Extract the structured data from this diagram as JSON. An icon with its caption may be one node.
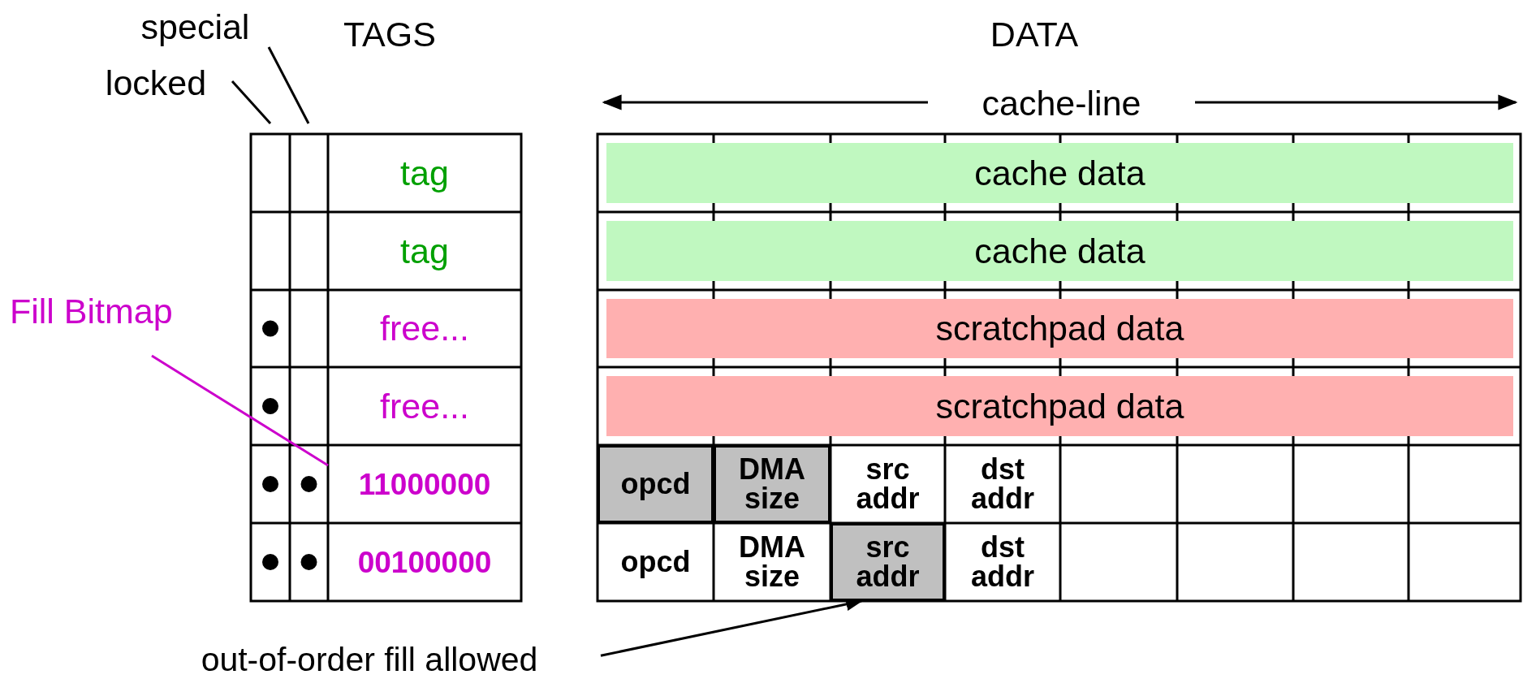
{
  "diagram": {
    "nodes": [
      {
        "text": [
          "special"
        ]
      },
      {
        "text": [
          "locked"
        ]
      },
      {
        "text": [
          "tag"
        ]
      },
      {
        "text": [
          "cache data"
        ]
      },
      {
        "text": [
          "tag"
        ]
      },
      {
        "text": [
          "cache data"
        ]
      },
      {
        "text": [
          "Fill Bitmap"
        ]
      },
      {
        "text": [
          "free..."
        ]
      },
      {
        "text": [
          "scratchpad data"
        ]
      },
      {
        "text": [
          "free..."
        ]
      },
      {
        "text": [
          "scratchpad data"
        ]
      },
      {
        "text": [
          "11000000"
        ]
      },
      {
        "text": [
          "opcd"
        ]
      },
      {
        "text": [
          "DMA size"
        ]
      },
      {
        "text": [
          "src addr"
        ]
      },
      {
        "text": [
          "dst addr"
        ]
      },
      {
        "text": [
          "00100000"
        ]
      },
      {
        "text": [
          "opcd"
        ]
      },
      {
        "text": [
          "DMA size"
        ]
      },
      {
        "text": [
          "src addr"
        ]
      },
      {
        "text": [
          "dst addr"
        ]
      },
      {
        "text": [
          "out-of-order fill allowed"
        ]
      }
    ],
    "edges": [
      {
        "from": 0,
        "to": null,
        "arrow": "none"
      },
      {
        "from": 1,
        "to": null,
        "arrow": "none"
      },
      {
        "from": 6,
        "to": 11,
        "arrow": "none",
        "color": "#cc00cc"
      },
      {
        "from": 21,
        "to": 19,
        "arrow": "to"
      }
    ],
    "labels": [
      "TAGS",
      "DATA",
      "cache-line"
    ]
  }
}
